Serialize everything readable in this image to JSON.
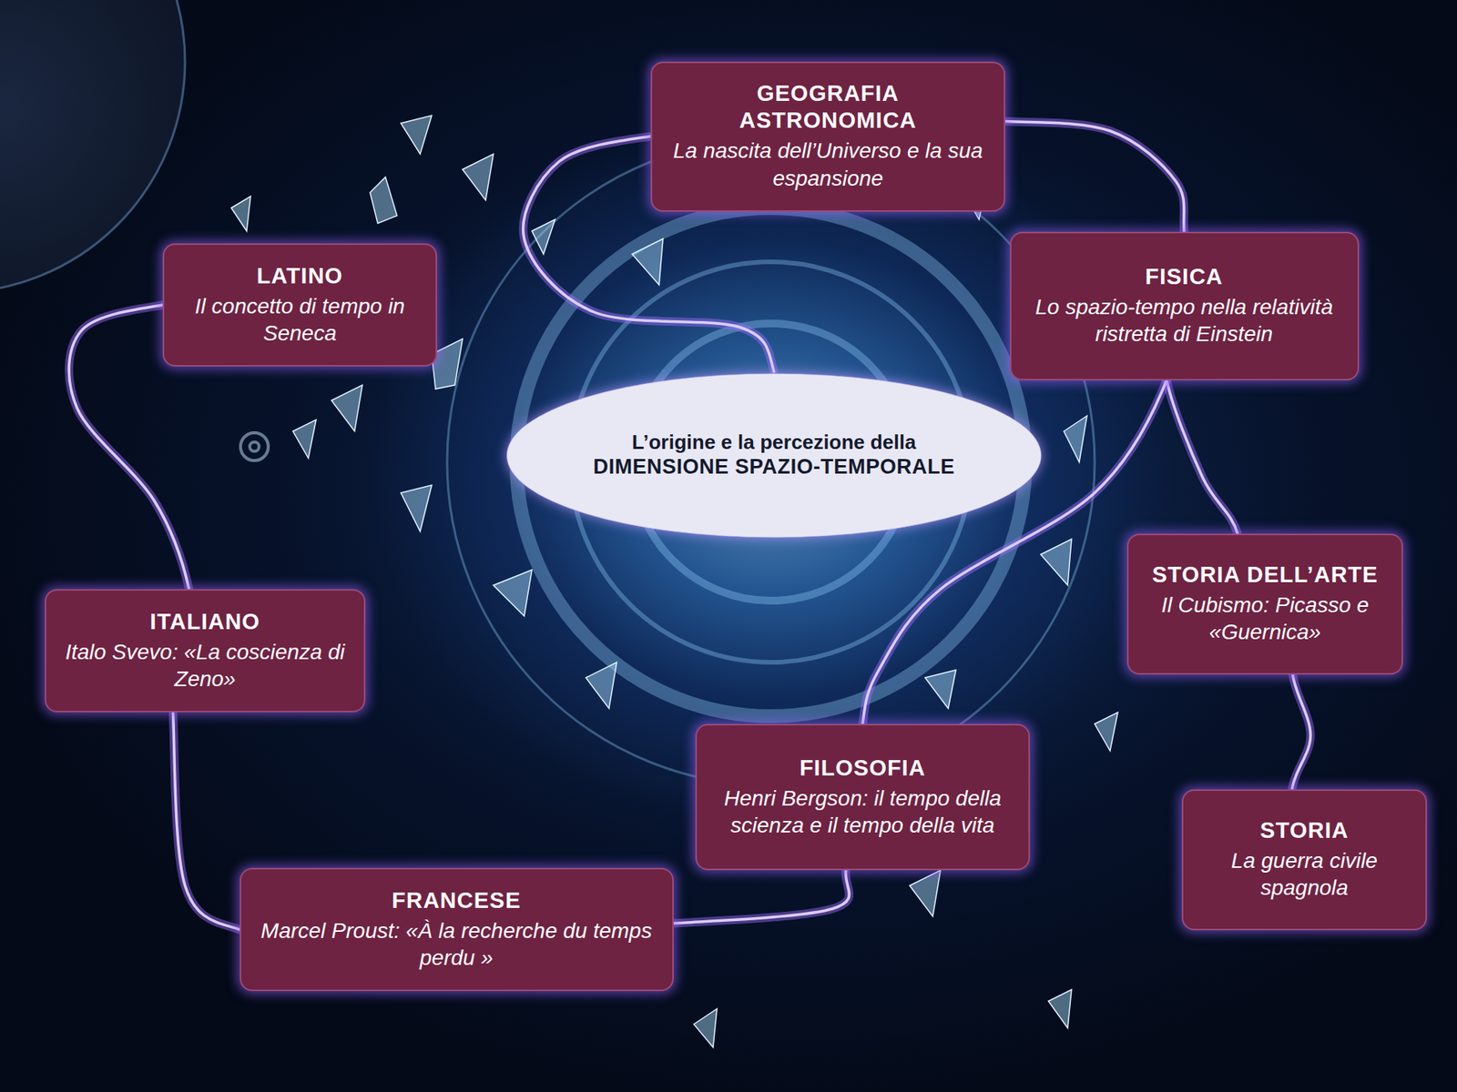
{
  "diagram": {
    "nodes": [
      {
        "text": [
          "GEOGRAFIA ASTRONOMICA",
          "La nascita dell’Universo e la sua espansione"
        ]
      },
      {
        "text": [
          "LATINO",
          "Il concetto di tempo in Seneca"
        ]
      },
      {
        "text": [
          "FISICA",
          "Lo spazio-tempo nella relatività ristretta di Einstein"
        ]
      },
      {
        "text": [
          "L’origine e la percezione della",
          "DIMENSIONE SPAZIO-TEMPORALE"
        ]
      },
      {
        "text": [
          "STORIA DELL’ARTE",
          "Il Cubismo: Picasso e «Guernica»"
        ]
      },
      {
        "text": [
          "ITALIANO",
          "Italo Svevo: «La coscienza di Zeno»"
        ]
      },
      {
        "text": [
          "FILOSOFIA",
          "Henri Bergson: il tempo della scienza e il tempo della vita"
        ]
      },
      {
        "text": [
          "STORIA",
          "La guerra civile spagnola"
        ]
      },
      {
        "text": [
          "FRANCESE",
          "Marcel Proust: «À la recherche du temps perdu »"
        ]
      }
    ],
    "edges": [
      {
        "from": 3,
        "to": 0,
        "arrow": "none"
      },
      {
        "from": 0,
        "to": 2,
        "arrow": "none"
      },
      {
        "from": 2,
        "to": 4,
        "arrow": "none"
      },
      {
        "from": 2,
        "to": 6,
        "arrow": "none"
      },
      {
        "from": 4,
        "to": 7,
        "arrow": "none"
      },
      {
        "from": 6,
        "to": 8,
        "arrow": "none"
      },
      {
        "from": 8,
        "to": 5,
        "arrow": "none"
      },
      {
        "from": 5,
        "to": 1,
        "arrow": "none"
      }
    ]
  }
}
